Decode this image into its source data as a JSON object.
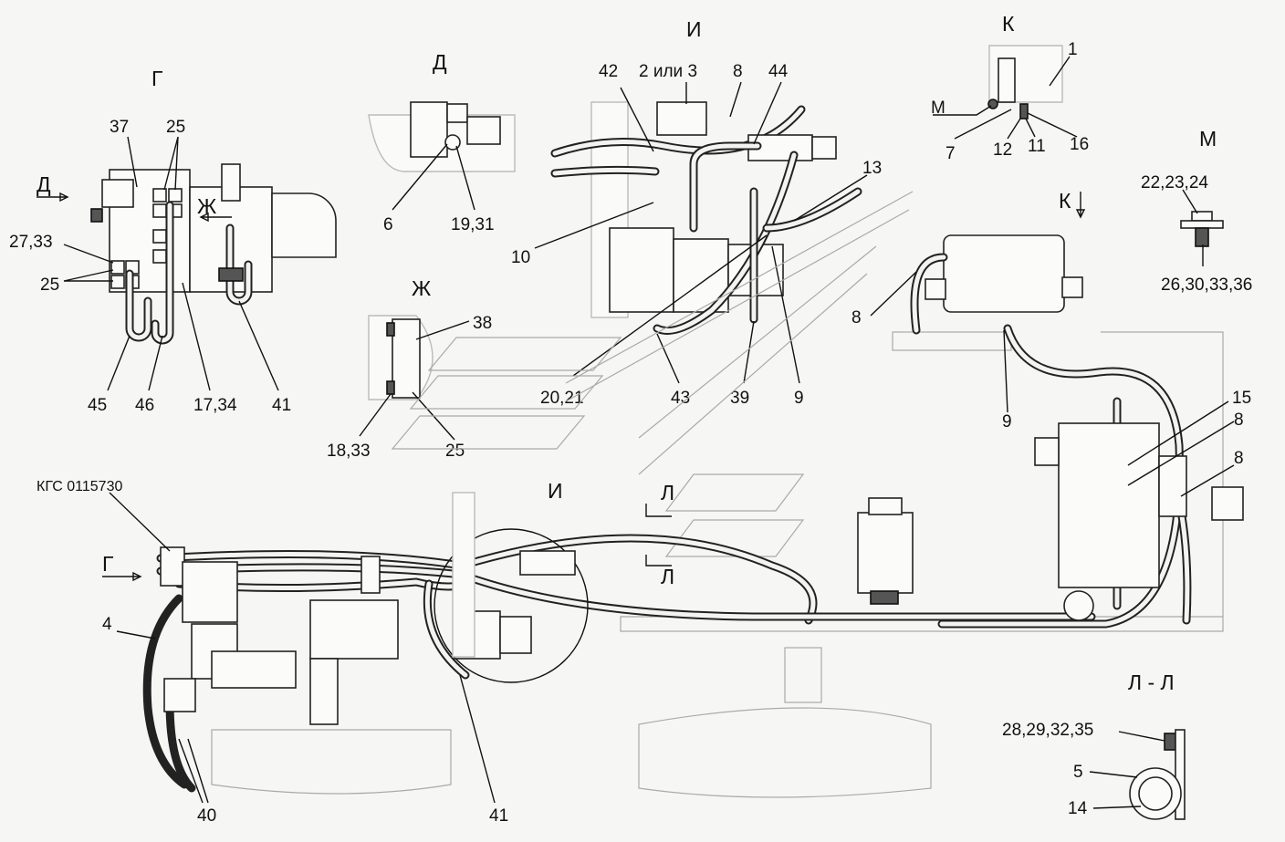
{
  "views": {
    "G": "Г",
    "D": "Д",
    "I": "И",
    "K": "К",
    "M": "М",
    "Zh": "Ж",
    "LL": "Л - Л",
    "G_arrow": "Г",
    "D_arrow": "Д",
    "Zh_arrow": "Ж",
    "K_arrow": "К",
    "M_arrow": "М",
    "I_circle": "И",
    "L_top": "Л",
    "L_bottom": "Л"
  },
  "doc_code": "КГС 0115730",
  "callouts": {
    "c37": "37",
    "c25a": "25",
    "c27_33": "27,33",
    "c25b": "25",
    "c45": "45",
    "c46": "46",
    "c17_34": "17,34",
    "c41a": "41",
    "c6": "6",
    "c19_31": "19,31",
    "c38": "38",
    "c18_33": "18,33",
    "c25c": "25",
    "c42": "42",
    "c2or3": "2 или 3",
    "c8a": "8",
    "c44": "44",
    "c13": "13",
    "c10": "10",
    "c20_21": "20,21",
    "c43": "43",
    "c39": "39",
    "c9a": "9",
    "c1": "1",
    "c7": "7",
    "c12": "12",
    "c11": "11",
    "c16": "16",
    "c22_23_24": "22,23,24",
    "c26_30_33_36": "26,30,33,36",
    "c8b": "8",
    "c9b": "9",
    "c15": "15",
    "c8c": "8",
    "c8d": "8",
    "c4": "4",
    "c40": "40",
    "c41b": "41",
    "c28_29_32_35": "28,29,32,35",
    "c5": "5",
    "c14": "14"
  }
}
